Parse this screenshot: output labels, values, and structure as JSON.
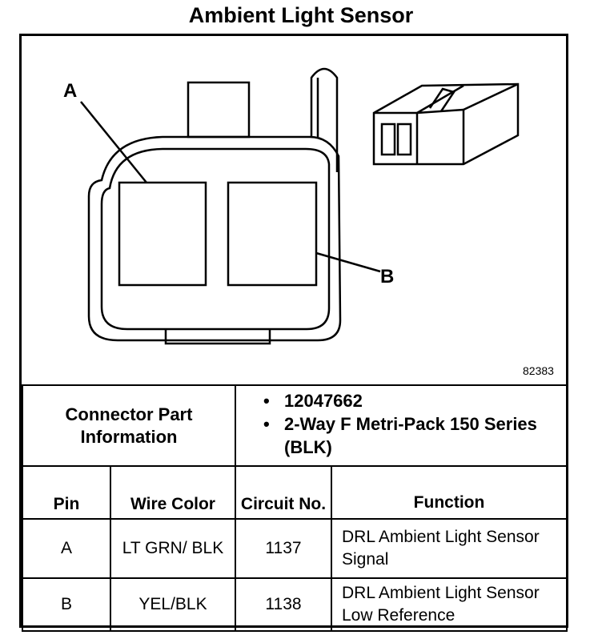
{
  "title": "Ambient Light Sensor",
  "diagram": {
    "callout_a": "A",
    "callout_b": "B",
    "figure_number": "82383"
  },
  "connector": {
    "label": "Connector Part Information",
    "items": [
      "12047662",
      "2-Way F Metri-Pack 150 Series (BLK)"
    ]
  },
  "pin_table": {
    "headers": {
      "pin": "Pin",
      "wire_color": "Wire Color",
      "circuit": "Circuit No.",
      "function": "Function"
    },
    "rows": [
      {
        "pin": "A",
        "wire_color": "LT GRN/ BLK",
        "circuit": "1137",
        "function": "DRL Ambient Light Sensor Signal"
      },
      {
        "pin": "B",
        "wire_color": "YEL/BLK",
        "circuit": "1138",
        "function": "DRL Ambient Light Sensor Low Reference"
      }
    ]
  }
}
